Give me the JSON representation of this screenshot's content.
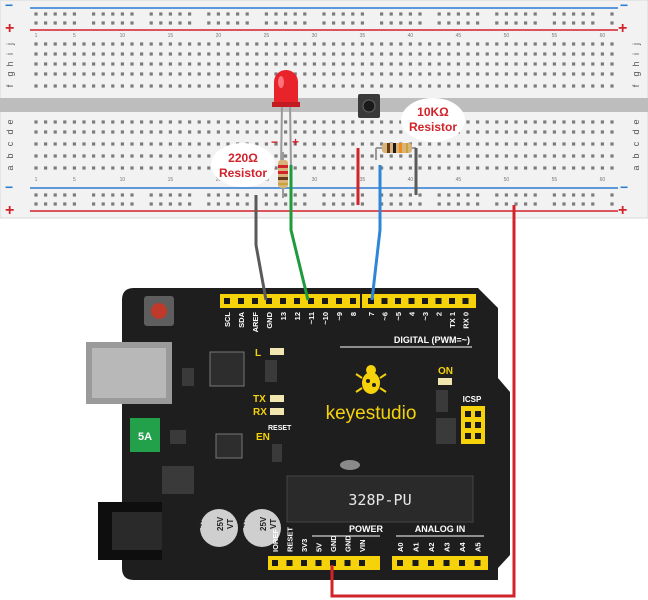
{
  "breadboard": {
    "row_labels_top": [
      "j",
      "i",
      "h",
      "g",
      "f"
    ],
    "row_labels_bottom": [
      "e",
      "d",
      "c",
      "b",
      "a"
    ],
    "column_numbers": [
      "1",
      "5",
      "10",
      "15",
      "20",
      "25",
      "30",
      "35",
      "40",
      "45",
      "50",
      "55",
      "60"
    ],
    "rail_plus": "+",
    "rail_minus": "−"
  },
  "labels": {
    "resistor_220_value": "220Ω",
    "resistor_220_word": "Resistor",
    "resistor_10k_value": "10KΩ",
    "resistor_10k_word": "Resistor",
    "led_minus": "−",
    "led_plus": "+"
  },
  "board": {
    "brand": "keyestudio",
    "chip": "328P-PU",
    "fuse": "5A",
    "cap1_line1": "47",
    "cap1_line2": "25V",
    "cap1_line3": "VT",
    "cap2_line1": "47",
    "cap2_line2": "25V",
    "cap2_line3": "VT",
    "led_L": "L",
    "led_TX": "TX",
    "led_RX": "RX",
    "led_ON": "ON",
    "en": "EN",
    "reset": "RESET",
    "icsp": "ICSP",
    "digital_title": "DIGITAL (PWM=~)",
    "power_title": "POWER",
    "analog_title": "ANALOG IN",
    "top_header_left": [
      "SCL",
      "SDA",
      "AREF",
      "GND",
      "13",
      "12",
      "~11",
      "~10",
      "~9",
      "8"
    ],
    "top_header_right": [
      "7",
      "~6",
      "~5",
      "4",
      "~3",
      "2",
      "TX 1",
      "RX 0"
    ],
    "bottom_power": [
      "IOREF",
      "RESET",
      "3V3",
      "5V",
      "GND",
      "GND",
      "VIN"
    ],
    "bottom_analog": [
      "A0",
      "A1",
      "A2",
      "A3",
      "A4",
      "A5"
    ]
  },
  "colors": {
    "board": "#1e1e1e",
    "header": "#f5d20a",
    "rail_red": "#d2232a",
    "rail_blue": "#2b7bd1",
    "wire_gray": "#5a5a5a",
    "wire_green": "#1f9a3c",
    "wire_blue": "#2f86d6",
    "wire_red": "#d2232a"
  }
}
